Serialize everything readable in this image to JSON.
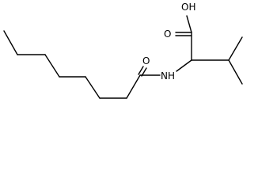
{
  "molecule": {
    "atoms": {
      "hydroxyl": "OH",
      "carbonyl_oxygen_acid": "O",
      "carbonyl_oxygen_amide": "O",
      "amide_nitrogen": "NH"
    }
  }
}
